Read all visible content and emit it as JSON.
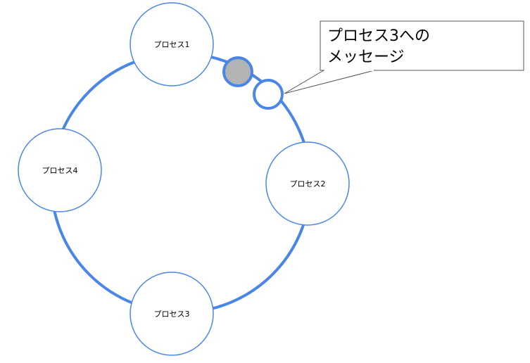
{
  "diagram": {
    "processes": [
      {
        "id": "p1",
        "label": "プロセス1"
      },
      {
        "id": "p2",
        "label": "プロセス2"
      },
      {
        "id": "p3",
        "label": "プロセス3"
      },
      {
        "id": "p4",
        "label": "プロセス4"
      }
    ],
    "tokens": [
      {
        "id": "token-filled",
        "fill": "#b3b3b3",
        "stroke": "#4a86e8"
      },
      {
        "id": "token-empty",
        "fill": "#ffffff",
        "stroke": "#4a86e8"
      }
    ],
    "callout": {
      "lines": [
        "プロセス3への",
        "メッセージ"
      ]
    },
    "colors": {
      "ring": "#4a86e8",
      "node_stroke": "#4a86e8",
      "callout_stroke": "#555555"
    }
  }
}
